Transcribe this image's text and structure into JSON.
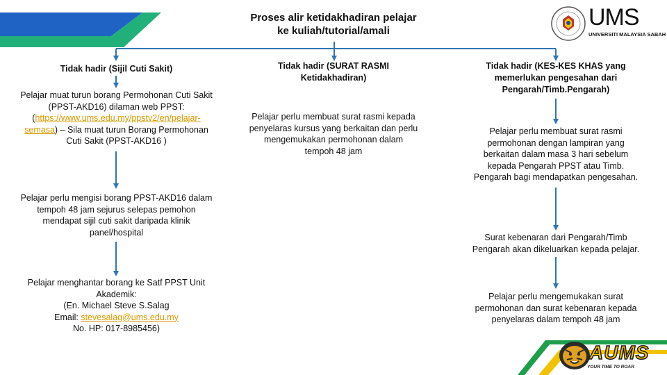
{
  "title": {
    "line1": "Proses alir ketidakhadiran pelajar",
    "line2": "ke kuliah/tutorial/amali"
  },
  "logo": {
    "ums": "UMS",
    "subtitle": "UNIVERSITI MALAYSIA SABAH"
  },
  "col1": {
    "heading": "Tidak hadir (Sijil Cuti Sakit)",
    "step1": {
      "line1": "Pelajar muat turun borang Permohonan Cuti Sakit",
      "line2": "(PPST-AKD16) dilaman web PPST:",
      "open_paren": "(",
      "link_part1": "https://www.ums.edu.my/ppstv2/en/pelajar-",
      "link_part2": "semasa",
      "after_link": ") – Sila muat turun Borang Permohonan",
      "line5": "Cuti Sakit (PPST-AKD16 )"
    },
    "step2": {
      "line1": "Pelajar perlu mengisi borang PPST-AKD16 dalam",
      "line2": "tempoh 48 jam sejurus selepas pemohon",
      "line3": "mendapat sijil cuti sakit daripada klinik",
      "line4": "panel/hospital"
    },
    "step3": {
      "line1": "Pelajar menghantar borang ke Satf PPST Unit",
      "line2": "Akademik:",
      "line3": "(En. Michael Steve S.Salag",
      "email_label": "Email: ",
      "email": "stevesalag@ums.edu.my",
      "line5": "No. HP: 017-8985456)"
    }
  },
  "col2": {
    "heading_line1": "Tidak hadir (SURAT RASMI",
    "heading_line2": "Ketidakhadiran)",
    "step1": {
      "line1": "Pelajar perlu membuat surat rasmi kepada",
      "line2": "penyelaras kursus yang berkaitan dan perlu",
      "line3": "mengemukakan permohonan dalam",
      "line4": "tempoh 48 jam"
    }
  },
  "col3": {
    "heading_line1": "Tidak hadir (KES-KES KHAS yang",
    "heading_line2": "memerlukan pengesahan dari",
    "heading_line3": "Pengarah/Timb.Pengarah)",
    "step1": {
      "line1": "Pelajar perlu membuat surat rasmi",
      "line2": "permohonan dengan lampiran yang",
      "line3": "berkaitan dalam masa 3 hari sebelum",
      "line4": "kepada Pengarah PPST atau Timb.",
      "line5": "Pengarah bagi mendapatkan pengesahan."
    },
    "step2": {
      "line1": "Surat kebenaran dari Pengarah/Timb",
      "line2": "Pengarah akan dikeluarkan kepada pelajar."
    },
    "step3": {
      "line1": "Pelajar perlu mengemukakan surat",
      "line2": "permohonan dan surat kebenaran kepada",
      "line3": "penyelaras dalam tempoh 48 jam"
    }
  },
  "badge": {
    "text": "AUMS",
    "tagline": "YOUR TIME TO ROAR"
  },
  "colors": {
    "arrow": "#2e75b6",
    "link": "#d99a00",
    "blue_band": "#1f63c4",
    "green_band": "#22b07a",
    "badge_yellow": "#f2c200",
    "badge_green": "#1d9e4a"
  }
}
